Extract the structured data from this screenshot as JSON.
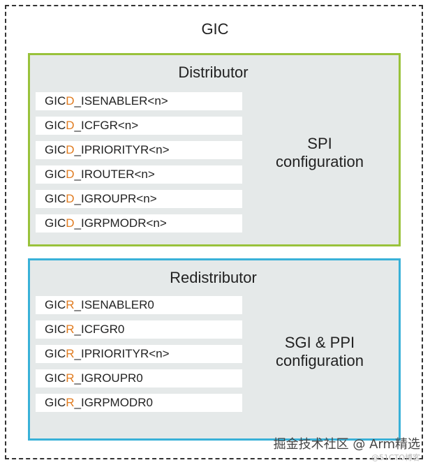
{
  "gic": {
    "title": "GIC"
  },
  "distributor": {
    "title": "Distributor",
    "registers": [
      {
        "prefix": "GIC",
        "letter": "D",
        "suffix": "_ISENABLER<n>"
      },
      {
        "prefix": "GIC",
        "letter": "D",
        "suffix": "_ICFGR<n>"
      },
      {
        "prefix": "GIC",
        "letter": "D",
        "suffix": "_IPRIORITYR<n>"
      },
      {
        "prefix": "GIC",
        "letter": "D",
        "suffix": "_IROUTER<n>"
      },
      {
        "prefix": "GIC",
        "letter": "D",
        "suffix": "_IGROUPR<n>"
      },
      {
        "prefix": "GIC",
        "letter": "D",
        "suffix": "_IGRPMODR<n>"
      }
    ],
    "config": [
      "SPI",
      "configuration"
    ]
  },
  "redistributor": {
    "title": "Redistributor",
    "registers": [
      {
        "prefix": "GIC",
        "letter": "R",
        "suffix": "_ISENABLER0"
      },
      {
        "prefix": "GIC",
        "letter": "R",
        "suffix": "_ICFGR0"
      },
      {
        "prefix": "GIC",
        "letter": "R",
        "suffix": "_IPRIORITYR<n>"
      },
      {
        "prefix": "GIC",
        "letter": "R",
        "suffix": "_IGROUPR0"
      },
      {
        "prefix": "GIC",
        "letter": "R",
        "suffix": "_IGRPMODR0"
      }
    ],
    "config": [
      "SGI & PPI",
      "configuration"
    ]
  },
  "watermark": {
    "main": "掘金技术社区 @ Arm精选",
    "sub": "@51CTO博客"
  },
  "colors": {
    "distributor_border": "#99c23b",
    "redistributor_border": "#39b1d8",
    "highlight": "#e07b1f"
  }
}
